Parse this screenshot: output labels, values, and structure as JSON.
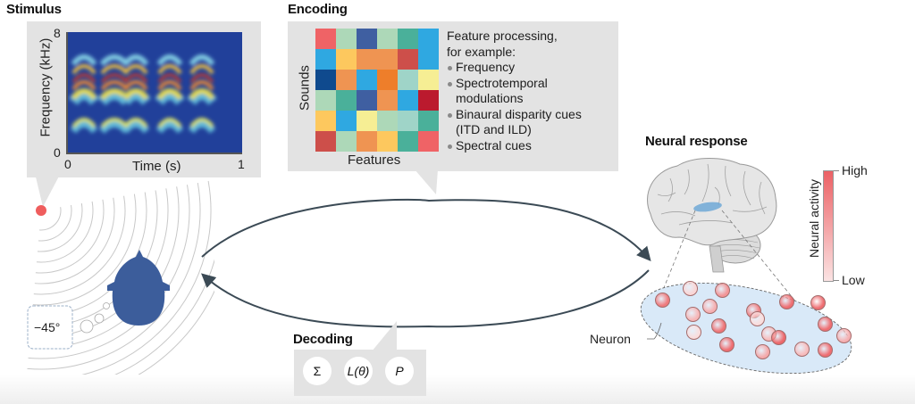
{
  "stimulus": {
    "heading": "Stimulus",
    "spectrogram": {
      "y_axis_label": "Frequency (kHz)",
      "y_ticks": [
        "8",
        "0"
      ],
      "x_axis_label": "Time (s)",
      "x_ticks": [
        "0",
        "1"
      ],
      "colormap": "jet",
      "background_color": "#21409a"
    },
    "source_dot_color": "#ef5d5d",
    "azimuth_label": "−45°"
  },
  "encoding": {
    "heading": "Encoding",
    "matrix": {
      "y_label": "Sounds",
      "x_label": "Features",
      "cells": [
        [
          "#ef6366",
          "#add8b8",
          "#3f5fa1",
          "#add8b8",
          "#4ab09a",
          "#2fa8e1"
        ],
        [
          "#2fa8e1",
          "#fdc85e",
          "#ef9452",
          "#ef9452",
          "#cd4f4a",
          "#2fa8e1"
        ],
        [
          "#0f4a8e",
          "#ef9452",
          "#2fa8e1",
          "#ee7e2a",
          "#9fd4c8",
          "#f6ee94"
        ],
        [
          "#add8b8",
          "#4ab09a",
          "#3f5fa1",
          "#ef9452",
          "#2fa8e1",
          "#bb1a2e"
        ],
        [
          "#fdc85e",
          "#2fa8e1",
          "#f6ee94",
          "#add8b8",
          "#9fd4c8",
          "#4ab09a"
        ],
        [
          "#cd4f4a",
          "#add8b8",
          "#ef9452",
          "#fdc85e",
          "#4ab09a",
          "#ef6366"
        ]
      ]
    },
    "text": {
      "title_line1": "Feature processing,",
      "title_line2": "for example:",
      "bullets": [
        {
          "line1": "Frequency"
        },
        {
          "line1": "Spectrotemporal",
          "line2": "modulations"
        },
        {
          "line1": "Binaural disparity cues",
          "line2": "(ITD and ILD)"
        },
        {
          "line1": "Spectral cues"
        }
      ]
    }
  },
  "decoding": {
    "heading": "Decoding",
    "symbols": [
      "Σ",
      "L(θ)",
      "P"
    ]
  },
  "neural_response": {
    "heading": "Neural response",
    "colorbar": {
      "label": "Neural activity",
      "high_label": "High",
      "low_label": "Low",
      "high_color": "#ec6165",
      "low_color": "#fbe3e3"
    },
    "neuron_label": "Neuron",
    "population_fill": "#d9e9f8",
    "auditory_cortex_color": "#6fa8d6",
    "neurons": [
      {
        "activity": 0.8
      },
      {
        "activity": 0.1
      },
      {
        "activity": 0.6
      },
      {
        "activity": 0.4
      },
      {
        "activity": 0.9
      },
      {
        "activity": 0.75
      },
      {
        "activity": 0.35
      },
      {
        "activity": 0.9
      },
      {
        "activity": 0.85
      },
      {
        "activity": 0.05
      },
      {
        "activity": 0.3
      },
      {
        "activity": 0.9
      },
      {
        "activity": 0.9
      },
      {
        "activity": 0.45
      },
      {
        "activity": 0.05
      },
      {
        "activity": 0.95
      },
      {
        "activity": 0.3
      },
      {
        "activity": 0.9
      },
      {
        "activity": 0.4
      }
    ]
  },
  "cycle": {
    "arrow_color": "#3b4a55"
  }
}
